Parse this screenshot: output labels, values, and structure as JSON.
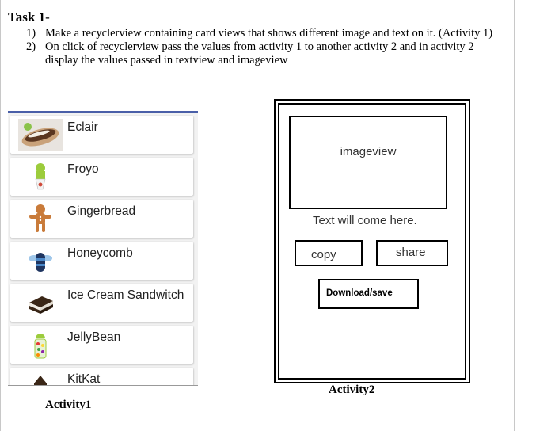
{
  "task": {
    "title": "Task 1",
    "title_dash": "-",
    "items": [
      {
        "number": "1)",
        "text": "Make a recyclerview containing card views that shows different image and text on it. (Activity 1)"
      },
      {
        "number": "2)",
        "text": "On click of recyclerview pass the values from activity 1 to another activity 2 and in activity 2 display the values passed in textview and imageview"
      }
    ]
  },
  "activity1": {
    "caption": "Activity1",
    "accent_color": "#4a5fa8",
    "cards": [
      {
        "label": "Eclair",
        "icon": "eclair-icon"
      },
      {
        "label": "Froyo",
        "icon": "froyo-icon"
      },
      {
        "label": "Gingerbread",
        "icon": "gingerbread-icon"
      },
      {
        "label": "Honeycomb",
        "icon": "honeycomb-icon"
      },
      {
        "label": "Ice Cream Sandwitch",
        "icon": "ice-cream-sandwich-icon"
      },
      {
        "label": "JellyBean",
        "icon": "jellybean-icon"
      },
      {
        "label": "KitKat",
        "icon": "kitkat-icon"
      }
    ]
  },
  "activity2": {
    "caption": "Activity2",
    "imageview_label": "imageview",
    "text_placeholder": "Text will come here.",
    "copy_label": "copy",
    "share_label": "share",
    "download_label": "Download/save"
  }
}
